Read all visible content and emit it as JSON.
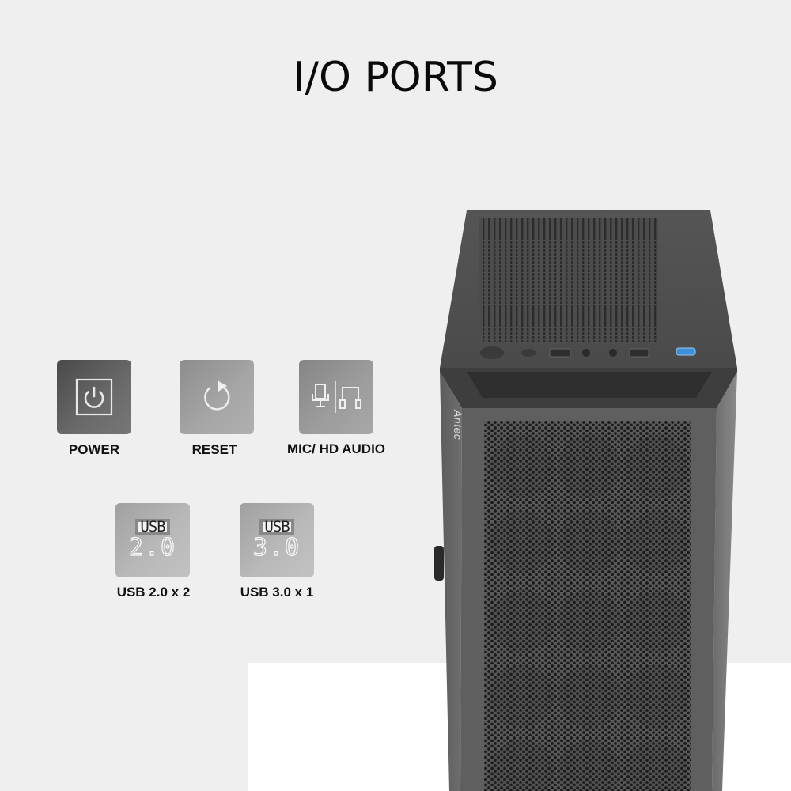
{
  "page": {
    "title": "I/O PORTS"
  },
  "ports": [
    {
      "id": "power",
      "label": "POWER",
      "icon": "power-icon"
    },
    {
      "id": "reset",
      "label": "RESET",
      "icon": "reset-icon"
    },
    {
      "id": "audio",
      "label": "MIC/ HD AUDIO",
      "icon": "mic-headphone-icon"
    },
    {
      "id": "usb2",
      "label": "USB 2.0 x 2",
      "icon": "usb-2-icon",
      "badge_top": "USB",
      "badge_version": "2.0"
    },
    {
      "id": "usb3",
      "label": "USB 3.0 x 1",
      "icon": "usb-3-icon",
      "badge_top": "USB",
      "badge_version": "3.0"
    }
  ],
  "product": {
    "brand_mark": "Antec",
    "usb3_port_color": "#3d8fd8"
  },
  "colors": {
    "background": "#efefef",
    "base": "#ffffff",
    "case_body": "#4a4a4a"
  }
}
